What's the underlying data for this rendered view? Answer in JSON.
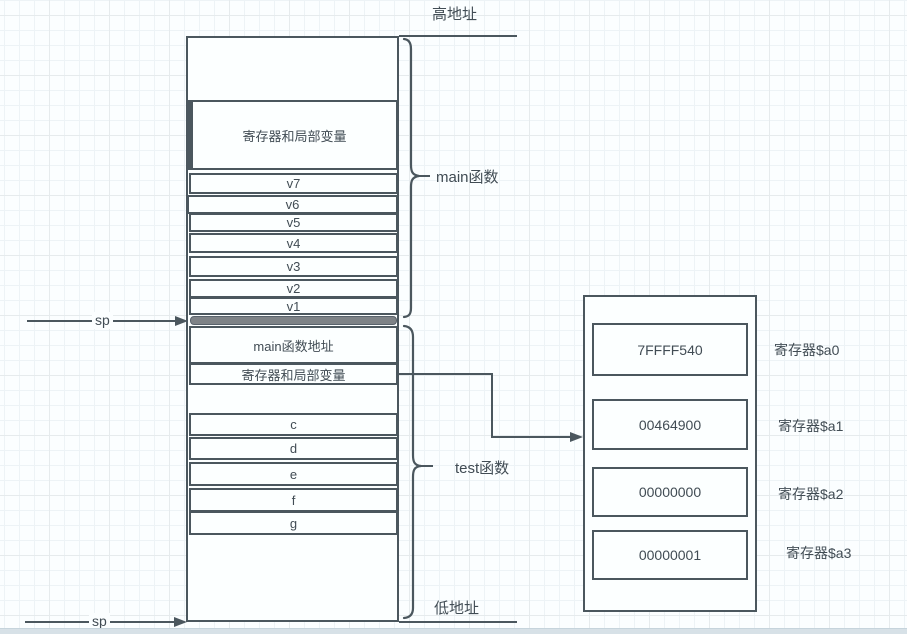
{
  "diagram": {
    "annotations": {
      "high_address": "高地址",
      "low_address": "低地址",
      "sp_top": "sp",
      "sp_bottom": "sp",
      "main_function": "main函数",
      "test_function": "test函数"
    },
    "stack": {
      "main_frame": {
        "registers_box": "寄存器和局部变量",
        "rows": [
          "v7",
          "v6",
          "v5",
          "v4",
          "v3",
          "v2",
          "v1"
        ]
      },
      "test_frame": {
        "return_address_box": "main函数地址",
        "registers_box": "寄存器和局部变量",
        "rows": [
          "c",
          "d",
          "e",
          "f",
          "g"
        ]
      }
    },
    "registers": {
      "items": [
        {
          "value": "7FFFF540",
          "label": "寄存器$a0"
        },
        {
          "value": "00464900",
          "label": "寄存器$a1"
        },
        {
          "value": "00000000",
          "label": "寄存器$a2"
        },
        {
          "value": "00000001",
          "label": "寄存器$a3"
        }
      ]
    },
    "colors": {
      "stroke": "#4b575e",
      "text": "#414c54",
      "sp_bar_fill": "#7e8387",
      "canvas_bg": "#fbfeff",
      "grid_minor": "#edf3f6",
      "grid_major": "#e6ebed",
      "scrollbar": "#d7e1e7"
    }
  }
}
